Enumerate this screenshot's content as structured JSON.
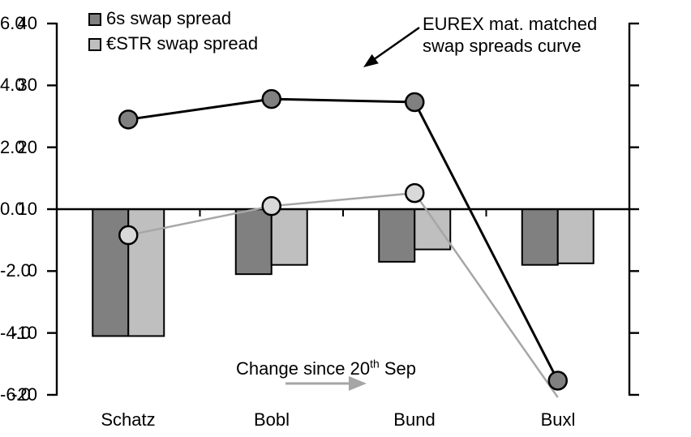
{
  "chart_data": {
    "type": "combo-bar-line",
    "categories": [
      "Schatz",
      "Bobl",
      "Bund",
      "Buxl"
    ],
    "bar_series": [
      {
        "name": "6s swap spread change",
        "axis": "right",
        "color": "#808080",
        "values": [
          -4.1,
          -2.1,
          -1.7,
          -1.8
        ]
      },
      {
        "name": "ESTR swap spread change",
        "axis": "right",
        "color": "#bfbfbf",
        "values": [
          -4.1,
          -1.8,
          -1.3,
          -1.75
        ]
      }
    ],
    "line_series": [
      {
        "name": "6s swap spread curve",
        "axis": "left",
        "color": "#000000",
        "marker_fill": "#808080",
        "values": [
          24.5,
          27.8,
          27.3,
          -17.7
        ]
      },
      {
        "name": "ESTR swap spread curve",
        "axis": "left",
        "color": "#a6a6a6",
        "marker_fill": "#d9d9d9",
        "values": [
          5.8,
          10.5,
          12.6,
          -20.4
        ],
        "hide_last_marker": true
      }
    ],
    "axes": {
      "left": {
        "min": -20,
        "max": 40,
        "ticks": [
          "40",
          "30",
          "20",
          "10",
          "0",
          "-10",
          "-20"
        ]
      },
      "right": {
        "min": -6,
        "max": 6,
        "ticks": [
          "6.0",
          "4.0",
          "2.0",
          "0.0",
          "-2.0",
          "-4.0",
          "-6.0"
        ]
      }
    },
    "grid": false,
    "legend_position": "top-left"
  },
  "legend": {
    "items": [
      {
        "label": "6s swap spread",
        "color": "#808080"
      },
      {
        "label": "€STR swap spread",
        "color": "#bfbfbf"
      }
    ]
  },
  "annotations": {
    "eurex_line1": "EUREX mat. matched",
    "eurex_line2": "swap spreads curve",
    "change_prefix": "Change since 20",
    "change_sup": "th",
    "change_suffix": " Sep"
  },
  "colors": {
    "black": "#000000",
    "gray_accent": "#a6a6a6",
    "dark_gray": "#808080",
    "light_gray_bar": "#bfbfbf",
    "light_gray_marker": "#d9d9d9"
  }
}
